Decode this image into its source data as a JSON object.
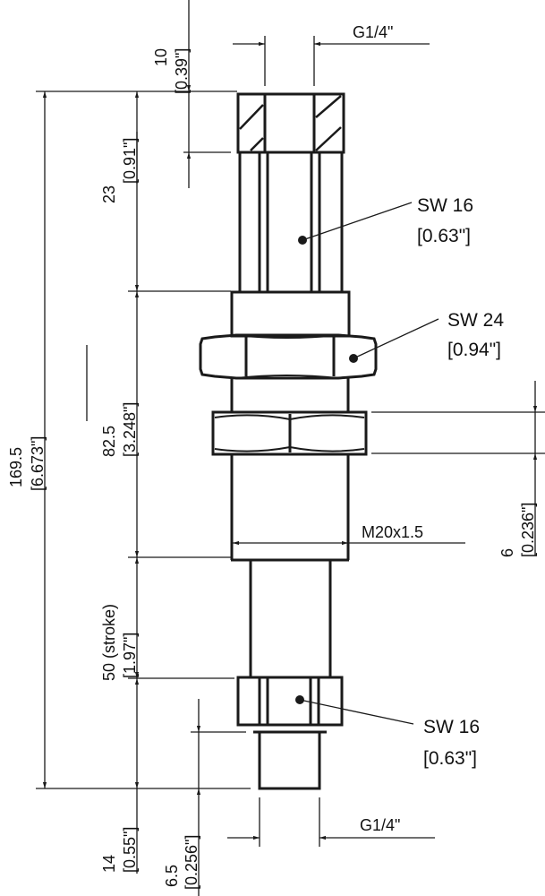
{
  "drawing": {
    "title": "Linear transducer dimensional drawing",
    "colors": {
      "line": "#1a1a1a",
      "background": "#ffffff"
    }
  },
  "dimensions": {
    "top_thread_length": {
      "mm": "10",
      "inch": "[0.39\"]"
    },
    "top_flats_length": {
      "mm": "23",
      "inch": "[0.91\"]"
    },
    "body_length": {
      "mm": "82.5",
      "inch": "[3.248\"]"
    },
    "stroke": {
      "mm": "50 (stroke)",
      "inch": "[1.97\"]"
    },
    "overall_length": {
      "mm": "169.5",
      "inch": "[6.673\"]"
    },
    "bottom_thread_length": {
      "mm": "14",
      "inch": "[0.55\"]"
    },
    "bottom_undercut": {
      "mm": "6.5",
      "inch": "[0.256\"]"
    },
    "nut_thickness": {
      "mm": "6",
      "inch": "[0.236\"]"
    }
  },
  "callouts": {
    "top_port_thread": "G1/4\"",
    "bottom_port_thread": "G1/4\"",
    "body_thread": "M20x1.5",
    "top_wrench": {
      "size": "SW 16",
      "inch": "[0.63\"]"
    },
    "large_nut_wrench": {
      "size": "SW 24",
      "inch": "[0.94\"]"
    },
    "bottom_wrench": {
      "size": "SW 16",
      "inch": "[0.63\"]"
    }
  }
}
